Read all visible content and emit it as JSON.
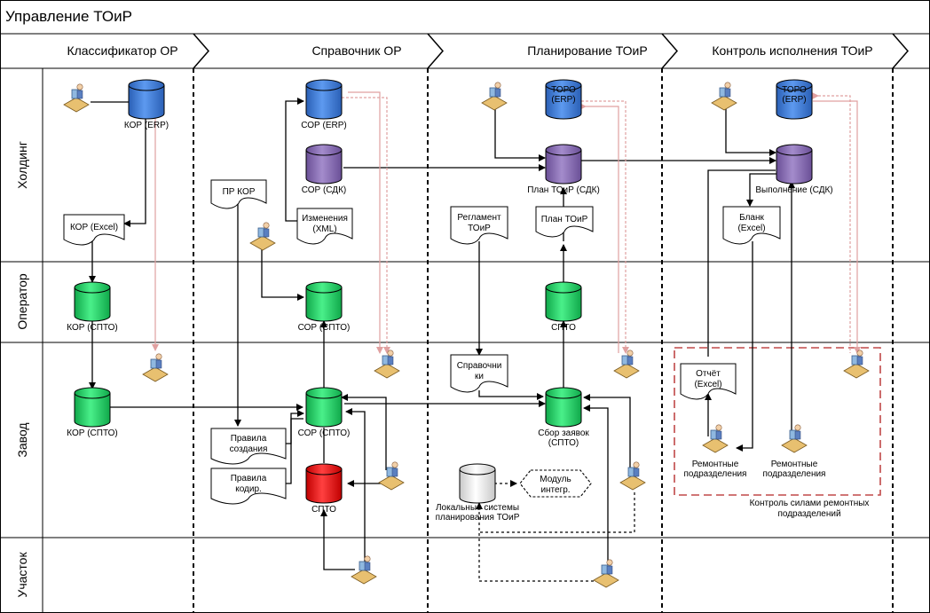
{
  "title": "Управление ТОиР",
  "phases": [
    "Классификатор ОР",
    "Справочник ОР",
    "Планирование ТОиР",
    "Контроль исполнения ТОиР"
  ],
  "lanes": [
    "Холдинг",
    "Оператор",
    "Завод",
    "Участок"
  ],
  "databases": [
    {
      "id": "kor_erp",
      "label": [
        "КОР (ERP)"
      ],
      "color": "#3a78d8"
    },
    {
      "id": "sor_erp",
      "label": [
        "СОР (ERP)"
      ],
      "color": "#3a78d8"
    },
    {
      "id": "sor_sdk",
      "label": [
        "СОР (СДК)"
      ],
      "color": "#8a6bb5"
    },
    {
      "id": "toro_erp_plan",
      "label": [
        "ТОРО",
        "(ERP)"
      ],
      "color": "#3a78d8"
    },
    {
      "id": "plan_sdk",
      "label": [
        "План ТОиР (СДК)"
      ],
      "color": "#8a6bb5"
    },
    {
      "id": "toro_erp_ctrl",
      "label": [
        "ТОРО",
        "(ERP)"
      ],
      "color": "#3a78d8"
    },
    {
      "id": "vyp_sdk",
      "label": [
        "Выполнение (СДК)"
      ],
      "color": "#8a6bb5"
    },
    {
      "id": "kor_spto_op",
      "label": [
        "КОР (СПТО)"
      ],
      "color": "#22d46a"
    },
    {
      "id": "sor_spto_op",
      "label": [
        "СОР (СПТО)"
      ],
      "color": "#22d46a"
    },
    {
      "id": "spto_op",
      "label": [
        "СПТО"
      ],
      "color": "#22d46a"
    },
    {
      "id": "kor_spto_z",
      "label": [
        "КОР (СПТО)"
      ],
      "color": "#22d46a"
    },
    {
      "id": "sor_spto_z",
      "label": [
        "СОР (СПТО)"
      ],
      "color": "#22d46a"
    },
    {
      "id": "sbor",
      "label": [
        "Сбор заявок",
        "(СПТО)"
      ],
      "color": "#22d46a"
    },
    {
      "id": "spto_red",
      "label": [
        "СПТО"
      ],
      "color": "#ee1111"
    },
    {
      "id": "local",
      "label": [
        "Локальные системы",
        "планирования ТОиР"
      ],
      "color": "#e8e8e8"
    }
  ],
  "documents": [
    {
      "id": "kor_excel",
      "label": [
        "КОР (Excel)"
      ]
    },
    {
      "id": "pr_kor",
      "label": [
        "ПР КОР"
      ]
    },
    {
      "id": "izm_xml",
      "label": [
        "Изменения",
        "(XML)"
      ]
    },
    {
      "id": "reglament",
      "label": [
        "Регламент",
        "ТОиР"
      ]
    },
    {
      "id": "plan_toir",
      "label": [
        "План ТОиР"
      ]
    },
    {
      "id": "blank",
      "label": [
        "Бланк",
        "(Excel)"
      ]
    },
    {
      "id": "spravochniki",
      "label": [
        "Справочни",
        "ки"
      ]
    },
    {
      "id": "otchet",
      "label": [
        "Отчёт",
        "(Excel)"
      ]
    },
    {
      "id": "pravila_sozd",
      "label": [
        "Правила",
        "создания"
      ]
    },
    {
      "id": "pravila_kod",
      "label": [
        "Правила",
        "кодир."
      ]
    }
  ],
  "module": [
    "Модуль",
    "интегр."
  ],
  "users": [
    {
      "id": "u_rem1",
      "label": [
        "Ремонтные",
        "подразделения"
      ]
    },
    {
      "id": "u_rem2",
      "label": [
        "Ремонтные",
        "подразделения"
      ]
    }
  ],
  "control_box_label": [
    "Контроль силами ремонтных",
    "подразделений"
  ],
  "colors": {
    "solid_line": "#000000",
    "sync_line": "#e0a0a0",
    "control_box": "#c04848"
  },
  "icons": [
    "user-workstation-icon",
    "database-icon",
    "document-icon"
  ]
}
